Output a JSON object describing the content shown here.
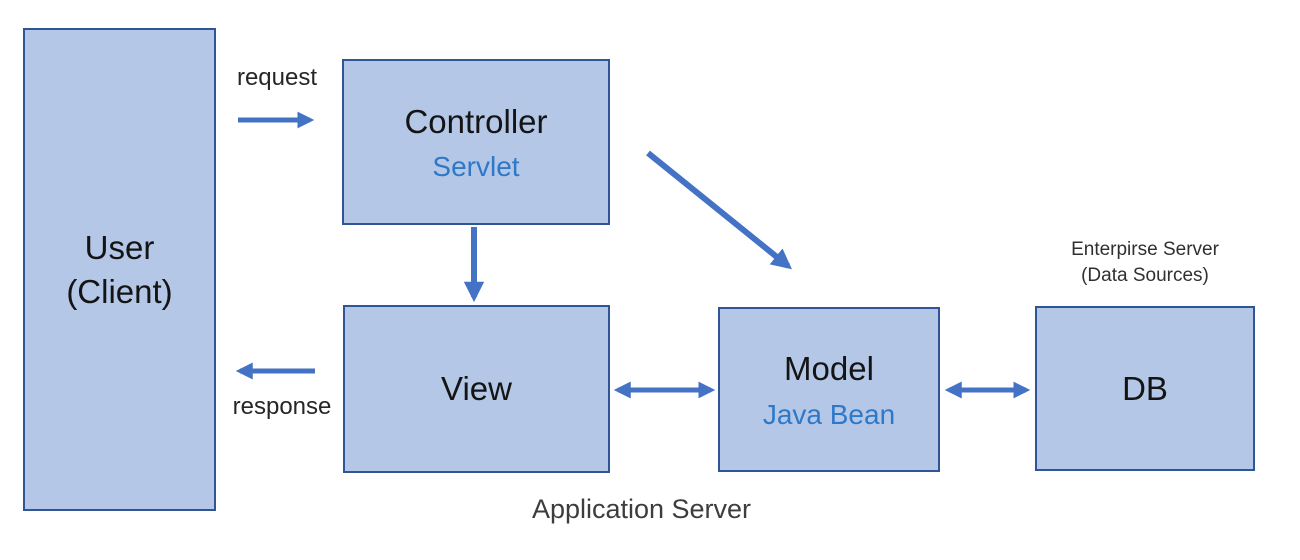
{
  "diagram": {
    "type": "architecture-diagram",
    "colors": {
      "box_fill": "#b4c7e7",
      "box_border": "#2f5597",
      "arrow": "#4472c4",
      "accent_text": "#2e78c8",
      "label_text": "#141414"
    },
    "nodes": {
      "user": {
        "line1": "User",
        "line2": "(Client)"
      },
      "controller": {
        "label": "Controller",
        "sublabel": "Servlet"
      },
      "view": {
        "label": "View"
      },
      "model": {
        "label": "Model",
        "sublabel": "Java Bean"
      },
      "db": {
        "label": "DB"
      }
    },
    "labels": {
      "request": "request",
      "response": "response",
      "enterprise_server_line1": "Enterpirse Server",
      "enterprise_server_line2": "(Data Sources)",
      "application_server": "Application Server"
    }
  }
}
